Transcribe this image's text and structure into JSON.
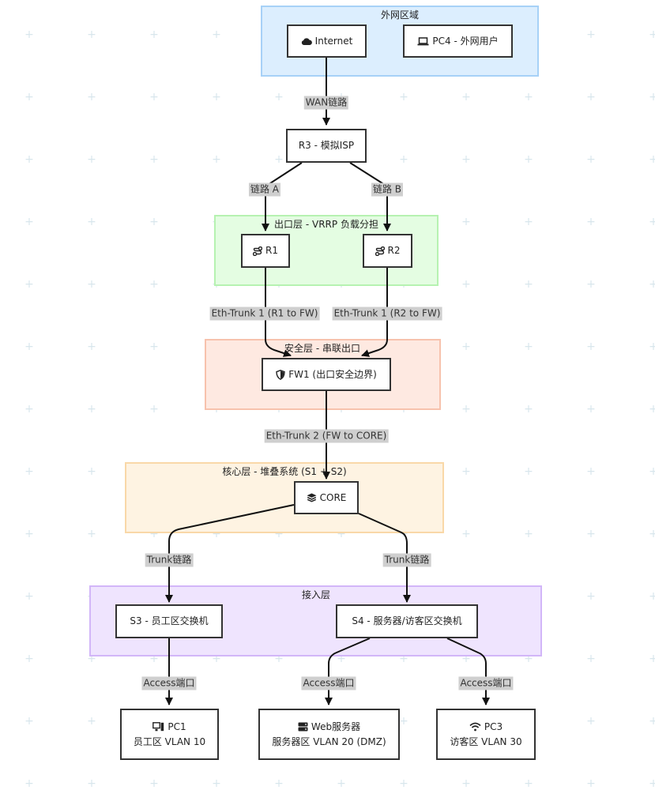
{
  "zones": {
    "wan": "外网区域",
    "exit": "出口层 - VRRP 负载分担",
    "security": "安全层 - 串联出口",
    "core": "核心层 - 堆叠系统 (S1 + S2)",
    "access": "接入层"
  },
  "nodes": {
    "internet": {
      "label": "Internet",
      "icon": "cloud-icon"
    },
    "pc4": {
      "label": "PC4 - 外网用户",
      "icon": "laptop-icon"
    },
    "r3": {
      "label": "R3 - 模拟ISP"
    },
    "r1": {
      "label": "R1",
      "icon": "router-icon"
    },
    "r2": {
      "label": "R2",
      "icon": "router-icon"
    },
    "fw1": {
      "label": "FW1 (出口安全边界)",
      "icon": "shield-icon"
    },
    "core": {
      "label": "CORE",
      "icon": "layers-icon"
    },
    "s3": {
      "label": "S3 - 员工区交换机"
    },
    "s4": {
      "label": "S4 - 服务器/访客区交换机"
    },
    "pc1": {
      "label": "PC1",
      "sub": "员工区 VLAN 10",
      "icon": "desktop-icon"
    },
    "web": {
      "label": "Web服务器",
      "sub": "服务器区 VLAN 20 (DMZ)",
      "icon": "server-icon"
    },
    "pc3": {
      "label": "PC3",
      "sub": "访客区 VLAN 30",
      "icon": "wifi-icon"
    }
  },
  "edges": {
    "wan_link": "WAN链路",
    "link_a": "链路 A",
    "link_b": "链路 B",
    "trunk1_r1": "Eth-Trunk 1 (R1 to FW)",
    "trunk1_r2": "Eth-Trunk 1 (R2 to FW)",
    "trunk2": "Eth-Trunk 2 (FW to CORE)",
    "trunk_s3": "Trunk链路",
    "trunk_s4": "Trunk链路",
    "access_pc1": "Access端口",
    "access_web": "Access端口",
    "access_pc3": "Access端口"
  }
}
